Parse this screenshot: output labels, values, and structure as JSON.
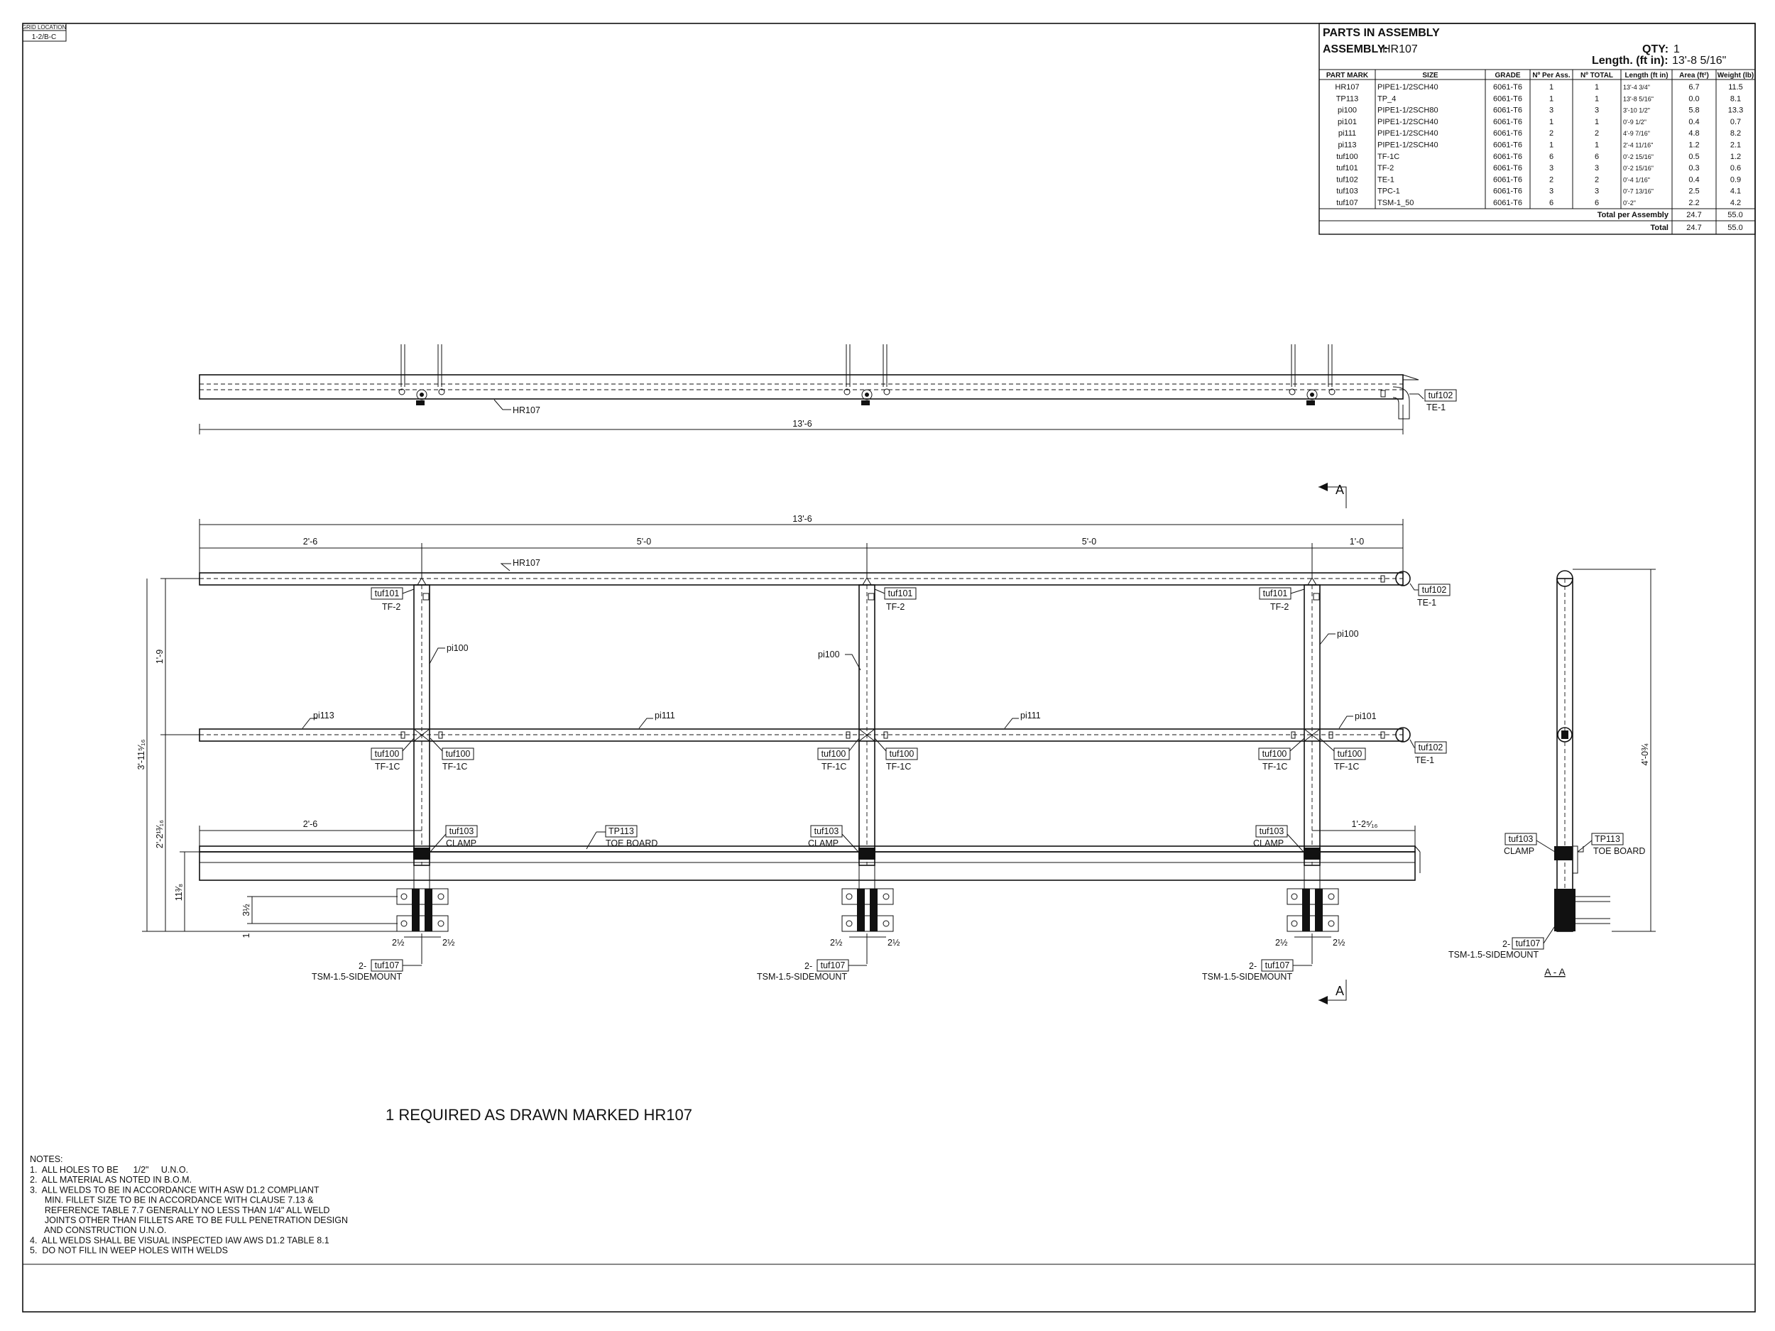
{
  "grid_location": {
    "label": "GRID LOCATION",
    "value": "1-2/B-C"
  },
  "parts": {
    "title": "PARTS IN ASSEMBLY",
    "assembly_label": "ASSEMBLY:",
    "assembly_value": "HR107",
    "qty_label": "QTY:",
    "qty_value": "1",
    "length_label": "Length. (ft in):",
    "length_value": "13'-8 5/16\"",
    "headers": [
      "PART MARK",
      "SIZE",
      "GRADE",
      "Nº Per Ass.",
      "Nº TOTAL",
      "Length (ft in)",
      "Area (ft²)",
      "Weight (lb)"
    ],
    "rows": [
      {
        "mark": "HR107",
        "size": "PIPE1-1/2SCH40",
        "grade": "6061-T6",
        "per": "1",
        "total": "1",
        "length": "13'-4 3/4\"",
        "area": "6.7",
        "weight": "11.5"
      },
      {
        "mark": "TP113",
        "size": "TP_4",
        "grade": "6061-T6",
        "per": "1",
        "total": "1",
        "length": "13'-8 5/16\"",
        "area": "0.0",
        "weight": "8.1"
      },
      {
        "mark": "pi100",
        "size": "PIPE1-1/2SCH80",
        "grade": "6061-T6",
        "per": "3",
        "total": "3",
        "length": "3'-10 1/2\"",
        "area": "5.8",
        "weight": "13.3"
      },
      {
        "mark": "pi101",
        "size": "PIPE1-1/2SCH40",
        "grade": "6061-T6",
        "per": "1",
        "total": "1",
        "length": "0'-9 1/2\"",
        "area": "0.4",
        "weight": "0.7"
      },
      {
        "mark": "pi111",
        "size": "PIPE1-1/2SCH40",
        "grade": "6061-T6",
        "per": "2",
        "total": "2",
        "length": "4'-9 7/16\"",
        "area": "4.8",
        "weight": "8.2"
      },
      {
        "mark": "pi113",
        "size": "PIPE1-1/2SCH40",
        "grade": "6061-T6",
        "per": "1",
        "total": "1",
        "length": "2'-4 11/16\"",
        "area": "1.2",
        "weight": "2.1"
      },
      {
        "mark": "tuf100",
        "size": "TF-1C",
        "grade": "6061-T6",
        "per": "6",
        "total": "6",
        "length": "0'-2 15/16\"",
        "area": "0.5",
        "weight": "1.2"
      },
      {
        "mark": "tuf101",
        "size": "TF-2",
        "grade": "6061-T6",
        "per": "3",
        "total": "3",
        "length": "0'-2 15/16\"",
        "area": "0.3",
        "weight": "0.6"
      },
      {
        "mark": "tuf102",
        "size": "TE-1",
        "grade": "6061-T6",
        "per": "2",
        "total": "2",
        "length": "0'-4 1/16\"",
        "area": "0.4",
        "weight": "0.9"
      },
      {
        "mark": "tuf103",
        "size": "TPC-1",
        "grade": "6061-T6",
        "per": "3",
        "total": "3",
        "length": "0'-7 13/16\"",
        "area": "2.5",
        "weight": "4.1"
      },
      {
        "mark": "tuf107",
        "size": "TSM-1_50",
        "grade": "6061-T6",
        "per": "6",
        "total": "6",
        "length": "0'-2\"",
        "area": "2.2",
        "weight": "4.2"
      }
    ],
    "total_per_assembly_label": "Total per Assembly",
    "total_per_assembly_area": "24.7",
    "total_per_assembly_weight": "55.0",
    "total_label": "Total",
    "total_area": "24.7",
    "total_weight": "55.0"
  },
  "plan": {
    "hr_label": "HR107",
    "tag": "tuf102",
    "tag_sub": "TE-1",
    "overall": "13'-6"
  },
  "elevation": {
    "overall": "13'-6",
    "spans": [
      "2'-6",
      "5'-0",
      "5'-0",
      "1'-0"
    ],
    "top_rail": "HR107",
    "tf2_tag": "tuf101",
    "tf2_sub": "TF-2",
    "tf1c_tag": "tuf100",
    "tf1c_sub": "TF-1C",
    "te_tag": "tuf102",
    "te_sub": "TE-1",
    "post_label": "pi100",
    "mid_left": "pi113",
    "mid_center": "pi111",
    "mid_end": "pi101",
    "clamp_tag": "tuf103",
    "clamp_sub": "CLAMP",
    "toe_tag": "TP113",
    "toe_sub": "TOE BOARD",
    "toe_left_dim": "2'-6",
    "toe_right_dim": "1'-2⁵⁄₁₆",
    "dim_1_9": "1'-9",
    "dim_total": "3'-11⁵⁄₁₆",
    "dim_lower": "2'-2¹³⁄₁₆",
    "dim_11": "11³⁄₈",
    "dim_3": "3½",
    "dim_1": "1",
    "dim_2": "2½",
    "mount_prefix": "2-",
    "mount_tag": "tuf107",
    "mount_sub": "TSM-1.5-SIDEMOUNT",
    "section_marker": "A"
  },
  "section": {
    "height_dim": "4'-0¾",
    "clamp_tag": "tuf103",
    "clamp_sub": "CLAMP",
    "toe_tag": "TP113",
    "toe_sub": "TOE BOARD",
    "mount_prefix": "2-",
    "mount_tag": "tuf107",
    "mount_sub": "TSM-1.5-SIDEMOUNT",
    "title": "A - A"
  },
  "required_note": "1 REQUIRED AS DRAWN MARKED HR107",
  "notes": {
    "title": "NOTES:",
    "lines": [
      "1.  ALL HOLES TO BE      1/2\"     U.N.O.",
      "2.  ALL MATERIAL AS NOTED IN B.O.M.",
      "3.  ALL WELDS TO BE IN ACCORDANCE WITH ASW D1.2 COMPLIANT",
      "      MIN. FILLET SIZE TO BE IN ACCORDANCE WITH CLAUSE 7.13 &",
      "      REFERENCE TABLE 7.7 GENERALLY NO LESS THAN 1/4\" ALL WELD",
      "      JOINTS OTHER THAN FILLETS ARE TO BE FULL PENETRATION DESIGN",
      "      AND CONSTRUCTION U.N.O.",
      "4.  ALL WELDS SHALL BE VISUAL INSPECTED IAW AWS D1.2 TABLE 8.1",
      "5.  DO NOT FILL IN WEEP HOLES WITH WELDS"
    ]
  }
}
